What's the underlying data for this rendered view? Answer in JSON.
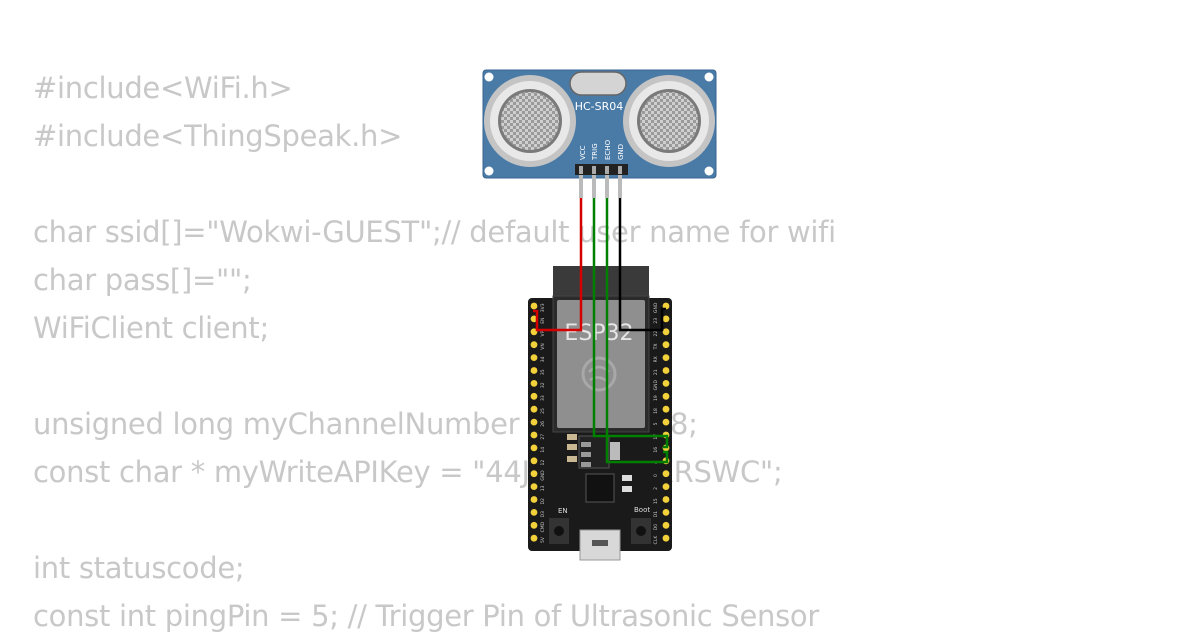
{
  "code_lines": [
    "#include<WiFi.h>",
    "#include<ThingSpeak.h>",
    "",
    "char ssid[]=\"Wokwi-GUEST\";// default user name for wifi",
    "char pass[]=\"\";",
    "WiFiClient client;",
    "",
    "unsigned long myChannelNumber = 2123478;",
    "const char * myWriteAPIKey = \"44JV4VIQ65XRSWC\";",
    "",
    "int statuscode;",
    "const int pingPin = 5; // Trigger Pin of Ultrasonic Sensor"
  ],
  "sensor": {
    "label": "HC-SR04",
    "pins": [
      "VCC",
      "TRIG",
      "ECHO",
      "GND"
    ],
    "color": "#4a7ba7"
  },
  "board": {
    "label": "ESP32",
    "en_label": "EN",
    "boot_label": "Boot",
    "color": "#1a1a1a",
    "left_pins": [
      "3V3",
      "EN",
      "VP",
      "VN",
      "34",
      "35",
      "32",
      "33",
      "25",
      "26",
      "27",
      "14",
      "12",
      "GND",
      "13",
      "D2",
      "D3",
      "CMD",
      "5V"
    ],
    "right_pins": [
      "GND",
      "23",
      "22",
      "TX",
      "RX",
      "21",
      "GND",
      "19",
      "18",
      "5",
      "17",
      "16",
      "4",
      "0",
      "2",
      "15",
      "D1",
      "D0",
      "CLK"
    ]
  },
  "wires": {
    "vcc": "#d40000",
    "trig": "#008000",
    "echo": "#008000",
    "gnd": "#000000"
  }
}
